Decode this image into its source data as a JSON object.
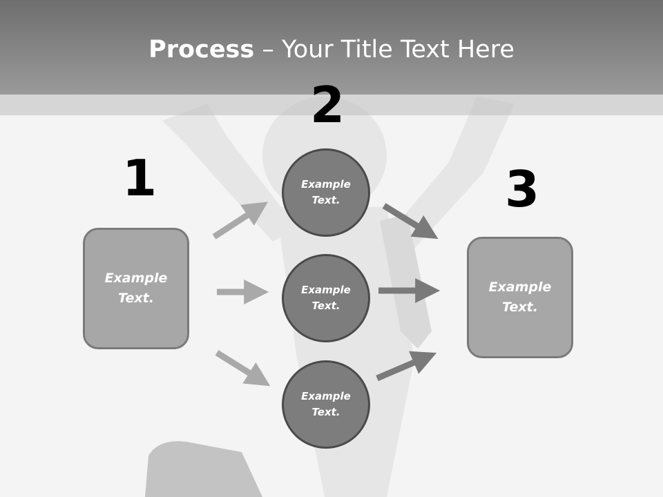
{
  "slide": {
    "title_bold": "Process",
    "title_rest": " – Your Title Text Here"
  },
  "steps": {
    "one": {
      "number": "1",
      "text": "Example\nText."
    },
    "two": {
      "number": "2",
      "items": [
        {
          "text": "Example\nText."
        },
        {
          "text": "Example\nText."
        },
        {
          "text": "Example\nText."
        }
      ]
    },
    "three": {
      "number": "3",
      "text": "Example\nText."
    }
  },
  "colors": {
    "header": "#8a8a8a",
    "box_fill": "#a7a7a7",
    "circle_fill": "#7d7d7d",
    "arrow_light": "#a9a9a9",
    "arrow_dark": "#7a7a7a"
  }
}
